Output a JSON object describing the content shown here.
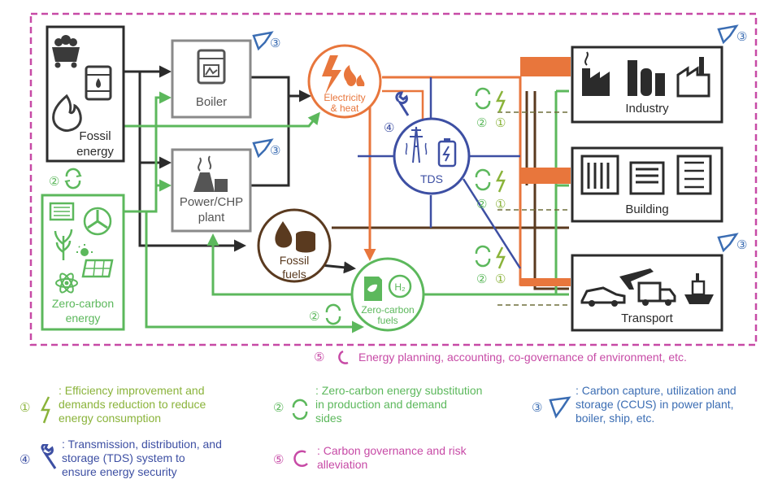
{
  "colors": {
    "dark": "#2b2b2b",
    "grey": "#8a8a8a",
    "green": "#5cb85c",
    "orange": "#e8763c",
    "blue": "#3d4fa3",
    "brown": "#5a3a1f",
    "magenta": "#c74aa6",
    "olive": "#8ab33a",
    "ccus": "#3b6db3"
  },
  "nodes": {
    "fossil_energy": "Fossil energy",
    "fossil_energy_l1": "Fossil",
    "fossil_energy_l2": "energy",
    "boiler": "Boiler",
    "power_chp_l1": "Power/CHP",
    "power_chp_l2": "plant",
    "electricity_l1": "Electricity",
    "electricity_l2": "& heat",
    "tds": "TDS",
    "fossil_fuels_l1": "Fossil",
    "fossil_fuels_l2": "fuels",
    "zero_carbon_energy_l1": "Zero-carbon",
    "zero_carbon_energy_l2": "energy",
    "zero_carbon_fuels_l1": "Zero-carbon",
    "zero_carbon_fuels_l2": "fuels",
    "industry": "Industry",
    "building": "Building",
    "transport": "Transport"
  },
  "markers": {
    "m1": "①",
    "m2": "②",
    "m3": "③",
    "m4": "④",
    "m5": "⑤"
  },
  "governance_caption": "Energy planning, accounting, co-governance of environment, etc.",
  "legend": {
    "item1": {
      "num": "①",
      "text": ": Efficiency improvement and demands reduction to reduce energy consumption",
      "l1": ": Efficiency improvement and",
      "l2": "demands reduction to reduce",
      "l3": "energy consumption"
    },
    "item2": {
      "num": "②",
      "text": ": Zero-carbon energy substitution in production and demand sides",
      "l1": ": Zero-carbon energy substitution",
      "l2": "in production and demand",
      "l3": "sides"
    },
    "item3": {
      "num": "③",
      "text": ": Carbon capture, utilization and storage (CCUS) in power plant, boiler, ship, etc.",
      "l1": ": Carbon capture, utilization and",
      "l2": "storage (CCUS) in power plant,",
      "l3": "boiler, ship, etc."
    },
    "item4": {
      "num": "④",
      "text": ": Transmission, distribution, and storage (TDS) system to ensure energy security",
      "l1": ": Transmission, distribution, and",
      "l2": "storage (TDS) system to",
      "l3": "ensure energy security"
    },
    "item5": {
      "num": "⑤",
      "text": ": Carbon governance and risk alleviation",
      "l1": ": Carbon governance and risk",
      "l2": "alleviation"
    }
  }
}
